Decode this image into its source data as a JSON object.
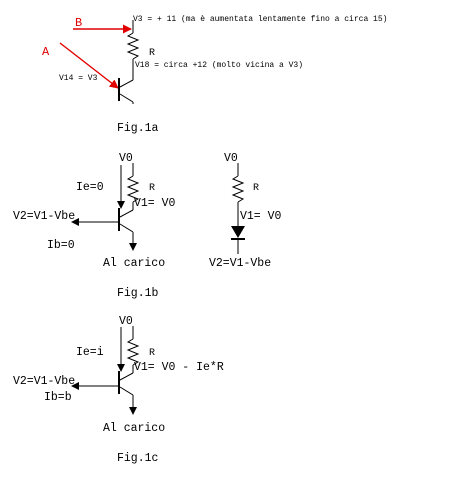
{
  "fig1a": {
    "label_b": "B",
    "label_a": "A",
    "v3": "V3 = + 11 (ma è aumentata lentamente fino a circa 15)",
    "r": "R",
    "v18": "V18 = circa +12 (molto vicina a V3)",
    "v14": "V14 = V3",
    "caption": "Fig.1a"
  },
  "fig1b": {
    "v0_left": "V0",
    "ie": "Ie=0",
    "r_left": "R",
    "v1_left": "V1= V0",
    "v2_left": "V2=V1-Vbe",
    "ib": "Ib=0",
    "load": "Al carico",
    "v0_right": "V0",
    "r_right": "R",
    "v1_right": "V1= V0",
    "v2_right": "V2=V1-Vbe",
    "caption": "Fig.1b"
  },
  "fig1c": {
    "v0": "V0",
    "ie": "Ie=i",
    "r": "R",
    "v1": "V1= V0 - Ie*R",
    "v2": "V2=V1-Vbe",
    "ib": "Ib=b",
    "load": "Al carico",
    "caption": "Fig.1c"
  },
  "colors": {
    "annotation": "#e00000",
    "ink": "#000000"
  }
}
